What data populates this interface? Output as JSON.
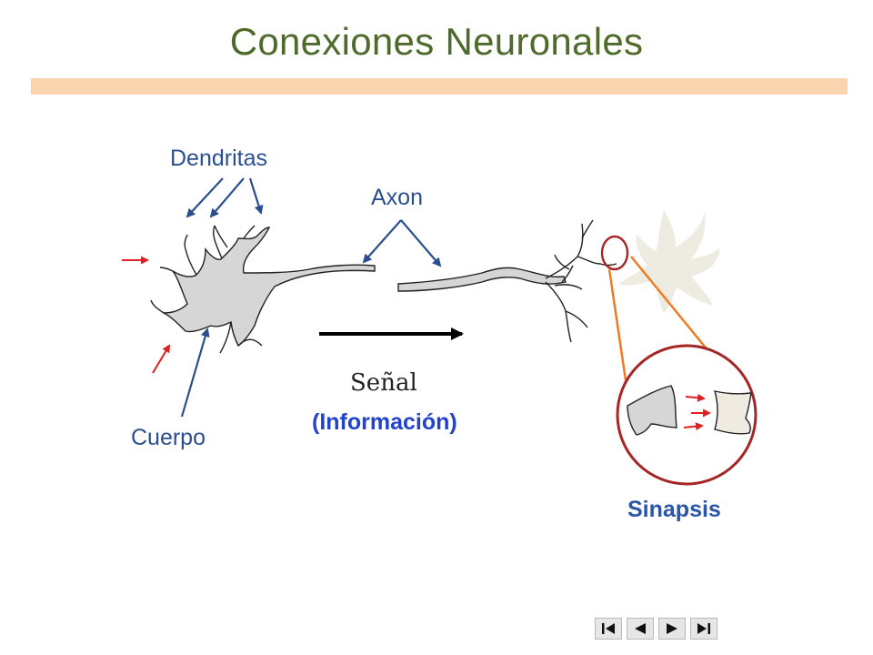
{
  "title": "Conexiones Neuronales",
  "labels": {
    "dendritas": "Dendritas",
    "axon": "Axon",
    "cuerpo": "Cuerpo",
    "senal": "Señal",
    "informacion": "(Información)",
    "sinapsis": "Sinapsis"
  },
  "colors": {
    "title": "#4e6b2c",
    "title_rule": "#fad3af",
    "label_blue": "#2a4f8f",
    "info_blue": "#2244cc",
    "red_arrow": "#e02020",
    "synapse_circle": "#a52626",
    "zoom_lines": "#f07a22",
    "neuron_fill": "#d6d6d6",
    "faded_neuron": "#eeebe0"
  },
  "nav": [
    {
      "icon": "first-slide-icon"
    },
    {
      "icon": "previous-slide-icon"
    },
    {
      "icon": "next-slide-icon"
    },
    {
      "icon": "last-slide-icon"
    }
  ]
}
